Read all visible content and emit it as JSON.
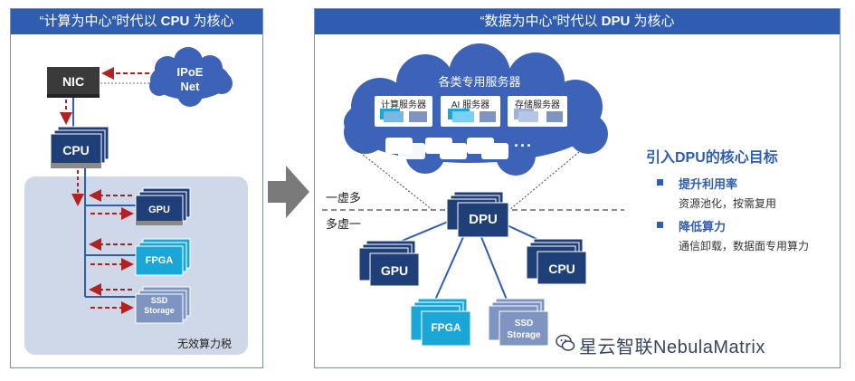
{
  "left_panel": {
    "title_prefix": "“计算为中心”时代以 ",
    "title_bold": "CPU",
    "title_suffix": " 为核心",
    "nic": "NIC",
    "cloud_line1": "IPoE",
    "cloud_line2": "Net",
    "cpu": "CPU",
    "gpu": "GPU",
    "fpga": "FPGA",
    "ssd_line1": "SSD",
    "ssd_line2": "Storage",
    "tax_label": "无效算力税"
  },
  "right_panel": {
    "title_prefix": "“数据为中心”时代以 ",
    "title_bold": "DPU",
    "title_suffix": " 为核心",
    "cloud_title": "各类专用服务器",
    "server_compute": "计算服务器",
    "server_ai": "AI 服务器",
    "server_storage": "存储服务器",
    "ellipsis": "...",
    "one_virtual_many": "一虚多",
    "many_virtual_one": "多虚一",
    "dpu": "DPU",
    "gpu": "GPU",
    "cpu": "CPU",
    "fpga": "FPGA",
    "ssd_line1": "SSD",
    "ssd_line2": "Storage"
  },
  "goals": {
    "title": "引入DPU的核心目标",
    "items": [
      {
        "label": "提升利用率",
        "desc": "资源池化，按需复用"
      },
      {
        "label": "降低算力",
        "desc": "通信卸载，数据面专用算力"
      }
    ]
  },
  "watermark": "星云智联NebulaMatrix",
  "colors": {
    "header_blue": "#2f5eb0",
    "navy": "#1f3f78",
    "cyan": "#1aa7d8",
    "slate": "#7d95c0",
    "cloud": "#3d63b8",
    "dark_box": "#3a3a3a",
    "red_arrow": "#b22222",
    "tax_region": "#cfd8e8"
  }
}
